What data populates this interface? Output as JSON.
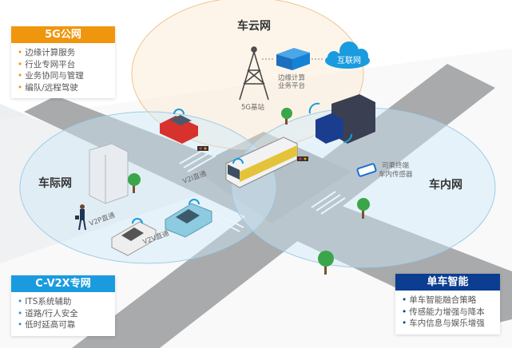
{
  "zones": {
    "cloud_net": "车云网",
    "v2v_net": "车际网",
    "in_vehicle_net": "车内网"
  },
  "cloud_section": {
    "base_station": "5G基站",
    "edge_platform_line1": "边缘计算",
    "edge_platform_line2": "业务平台",
    "internet": "互联网"
  },
  "road_labels": {
    "v2i": "V2I直通",
    "v2p": "V2P直通",
    "v2v": "V2V直通",
    "terminal_line1": "司乘终端",
    "terminal_line2": "车内传感器"
  },
  "panels": {
    "public_5g": {
      "title": "5G公网",
      "items": [
        "边缘计算服务",
        "行业专网平台",
        "业务协同与管理",
        "编队/远程驾驶"
      ]
    },
    "cv2x": {
      "title": "C-V2X专网",
      "items": [
        "ITS系统辅助",
        "道路/行人安全",
        "低时延高可靠"
      ]
    },
    "single_vehicle": {
      "title": "单车智能",
      "items": [
        "单车智能融合策略",
        "传感能力增强与降本",
        "车内信息与娱乐增强"
      ]
    }
  },
  "colors": {
    "orange": "#f0960e",
    "blue": "#1a9be0",
    "navy": "#0b3d91"
  }
}
